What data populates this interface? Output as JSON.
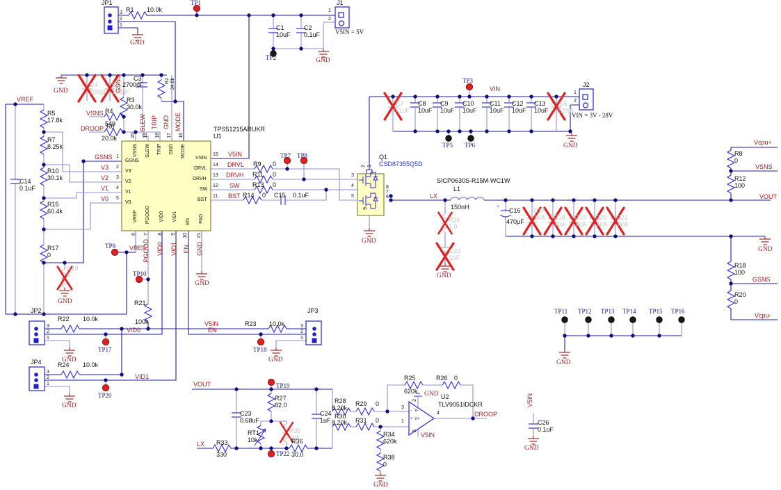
{
  "colors": {
    "wire_dark": "#1e1e9c",
    "wire_light": "#8f8fd2",
    "symbol_blue": "#2a2ae0",
    "net_label": "#a32020",
    "tp_label": "#17178f",
    "dnp_gray": "#c4c4c4",
    "dnp_cross": "#e32020",
    "ic_fill": "#ffffc4",
    "connector_blue": "#2020d0",
    "testpoint_red": "#e02020",
    "testpoint_black": "#1a1a1a"
  },
  "v5in": {
    "jp1": "JP1",
    "jp1_pins": [
      "3",
      "2",
      "1"
    ],
    "r1": "R1",
    "r1_v": "10.0k",
    "tp1": "TP1",
    "tp2": "TP2",
    "c1": "C1",
    "c1_v": "10uF",
    "c2": "C2",
    "c2_v": "0.1uF",
    "j1": "J1",
    "j1_p1": "1",
    "j1_p2": "2",
    "note": "V5IN = 5V",
    "gnd_jp1": "GND",
    "gnd_j1": "GND"
  },
  "mode": {
    "gnd_rail": "GND",
    "c4": "C4",
    "c4_v": "100pF",
    "c5": "C5",
    "c5_v": "100pF",
    "gsns": "GSNS",
    "c3": "C3",
    "c3_v": "2700pF",
    "r2": "R2",
    "r2_v": "34.8k",
    "r3": "R3",
    "r3_v": "30.0k",
    "vsns": "VSNS",
    "r4": "R4",
    "r4_v": "549",
    "droop": "DROOP",
    "r6": "R6",
    "r6_v": "20.0k",
    "slew": "SLEW",
    "trip": "TRIP",
    "gndp": "GND",
    "modep": "MODE",
    "p20": "20",
    "p19": "19",
    "p18": "18",
    "p17": "17",
    "p16": "16"
  },
  "vref": {
    "vref": "VREF",
    "r5": "R5",
    "r5_v": "17.8k",
    "r7": "R7",
    "r7_v": "8.25k",
    "r10": "R10",
    "r10_v": "30.1k",
    "r15": "R15",
    "r15_v": "60.4k",
    "r17": "R17",
    "r17_v": "0",
    "c14": "C14",
    "c14_v": "0.1uF",
    "r19": "R19",
    "r19_v": "0",
    "gnd": "GND"
  },
  "u1": {
    "part": "TPS51215ARUKR",
    "ref": "U1",
    "top": [
      "VSNS",
      "SLEW",
      "TRIP",
      "GND",
      "MODE"
    ],
    "left": [
      "GSNS",
      "V3",
      "V2",
      "V1",
      "V0"
    ],
    "right": [
      "VSIN",
      "DRVL",
      "DRVH",
      "SW",
      "BST"
    ],
    "bottom": [
      "VREF",
      "PGOOD",
      "VID0",
      "VID1",
      "EN",
      "PAD"
    ],
    "ln": [
      "1",
      "2",
      "3",
      "4",
      "5"
    ],
    "rn": [
      "15",
      "14",
      "13",
      "12",
      "11"
    ],
    "bn": [
      "6",
      "7",
      "8",
      "9",
      "10",
      "21"
    ],
    "lnets": [
      "GSNS",
      "V3",
      "V2",
      "V1",
      "V0"
    ],
    "rnets": [
      "V5IN",
      "DRVL",
      "DRVH",
      "SW",
      "BST"
    ],
    "bnets": [
      "PGOOD",
      "VID0",
      "VID1",
      "EN",
      "GND"
    ],
    "vref": "VREF",
    "tp9": "TP9",
    "tp10": "TP10",
    "gnd": "GND"
  },
  "gate": {
    "tp7": "TP7",
    "tp8": "TP8",
    "r9": "R9",
    "r9_v": "0",
    "r11": "R11",
    "r11_v": "0",
    "r13": "R13",
    "r13_v": "0",
    "r14": "R14",
    "r14_v": "0",
    "c15": "C15",
    "c15_v": "0.1uF"
  },
  "q1": {
    "ref": "Q1",
    "part": "CSD87355Q5D",
    "p2": "2",
    "p1": "1",
    "p3": "3",
    "p4": "4",
    "p5": "5",
    "p8": "8",
    "p7": "7",
    "p6": "6",
    "p9": "9",
    "gnd": "GND"
  },
  "lx": {
    "lx": "LX",
    "l1": "L1",
    "l1_part": "SICP0630S-R15M-WC1W",
    "l1_v": "150nH",
    "r16": "R16",
    "r16_v": "1.0",
    "c22": "C22",
    "c22_v": "1nF",
    "gnd": "GND"
  },
  "vin": {
    "tp3": "TP3",
    "vin": "VIN",
    "c7": "C7",
    "c7_v": "0.1uF",
    "bulk": [
      [
        "C8",
        "10uF"
      ],
      [
        "C9",
        "10uF"
      ],
      [
        "C10",
        "10uF"
      ],
      [
        "C11",
        "10uF"
      ],
      [
        "C12",
        "10uF"
      ],
      [
        "C13",
        "10uF"
      ]
    ],
    "c6": "C6",
    "c6_v": "220uF",
    "j2": "J2",
    "j2_p1": "1",
    "j2_p2": "2",
    "note": "VIN = 3V - 28V",
    "gnd": "GND",
    "tp5": "TP5",
    "tp6": "TP6"
  },
  "vout": {
    "plus": "+",
    "c16": "C16",
    "c16_v": "470µF",
    "dnp": [
      [
        "C17",
        "N/A"
      ],
      [
        "C18",
        "N/A"
      ],
      [
        "C19",
        "N/A"
      ],
      [
        "C20",
        "N/A"
      ],
      [
        "C21",
        "N/A"
      ]
    ],
    "vout": "VOUT",
    "gnd": "GND"
  },
  "sense": {
    "vcpup": "Vcpu+",
    "r8": "R8",
    "r8_v": "0",
    "vsns": "VSNS",
    "r12": "R12",
    "r12_v": "100",
    "r18": "R18",
    "r18_v": "100",
    "gsns": "GSNS",
    "r20": "R20",
    "r20_v": "0",
    "vcpum": "Vcpu-"
  },
  "vid": {
    "jp2": "JP2",
    "jp2_pins": [
      "3",
      "2",
      "1"
    ],
    "r22": "R22",
    "r22_v": "10.0k",
    "vid0": "VID0",
    "tp17": "TP17",
    "gnd2": "GND",
    "v5in": "V5IN",
    "en": "EN",
    "r23": "R23",
    "r23_v": "10.0k",
    "jp3": "JP3",
    "jp3_pins": [
      "3",
      "2",
      "1"
    ],
    "tp18": "TP18",
    "gnd3": "GND",
    "jp4": "JP4",
    "jp4_pins": [
      "3",
      "2",
      "1"
    ],
    "r24": "R24",
    "r24_v": "10.0k",
    "vid1": "VID1",
    "tp20": "TP20",
    "gnd4": "GND",
    "r21": "R21",
    "r21_v": "100k"
  },
  "amp": {
    "vout": "VOUT",
    "tp19": "TP19",
    "r27": "R27",
    "r27_v": "82.0",
    "c23": "C23",
    "c23_v": "0.68uF",
    "rt1": "RT1",
    "rt1_v": "10k",
    "r35": "R35",
    "r35_v": "N/A",
    "r36": "R36",
    "r36_v": "30.0",
    "tp22": "TP22",
    "lx": "LX",
    "r33": "R33",
    "r33_v": "330",
    "c24": "C24",
    "c24_v": "1uF",
    "r28": "R28",
    "r28_v": "8.20k",
    "r29": "R29",
    "r29_v": "0",
    "r30": "R30",
    "r30_v": "8.20k",
    "r31": "R31",
    "r31_v": "0",
    "r34": "R34",
    "r34_v": "620k",
    "r38": "R38",
    "r38_v": "0",
    "gnd38": "GND",
    "r25": "R25",
    "r25_v": "620k",
    "r26": "R26",
    "r26_v": "0",
    "u2": "U2",
    "u2_part": "TLV9051IDCKR",
    "u2_gnd": "GND",
    "p3": "3",
    "p1": "1",
    "p2": "2",
    "p5": "5",
    "p4": "4",
    "vm": "V-",
    "vp": "V+",
    "sm": "-",
    "sp": "+",
    "droop": "DROOP",
    "v5in_pin": "V5IN",
    "v5in_rail": "V5IN",
    "c26": "C26",
    "c26_v": "0.1uF",
    "gnd26": "GND"
  },
  "tprow": {
    "tps": [
      "TP11",
      "TP12",
      "TP13",
      "TP14",
      "TP15",
      "TP16"
    ],
    "gnd": "GND"
  }
}
